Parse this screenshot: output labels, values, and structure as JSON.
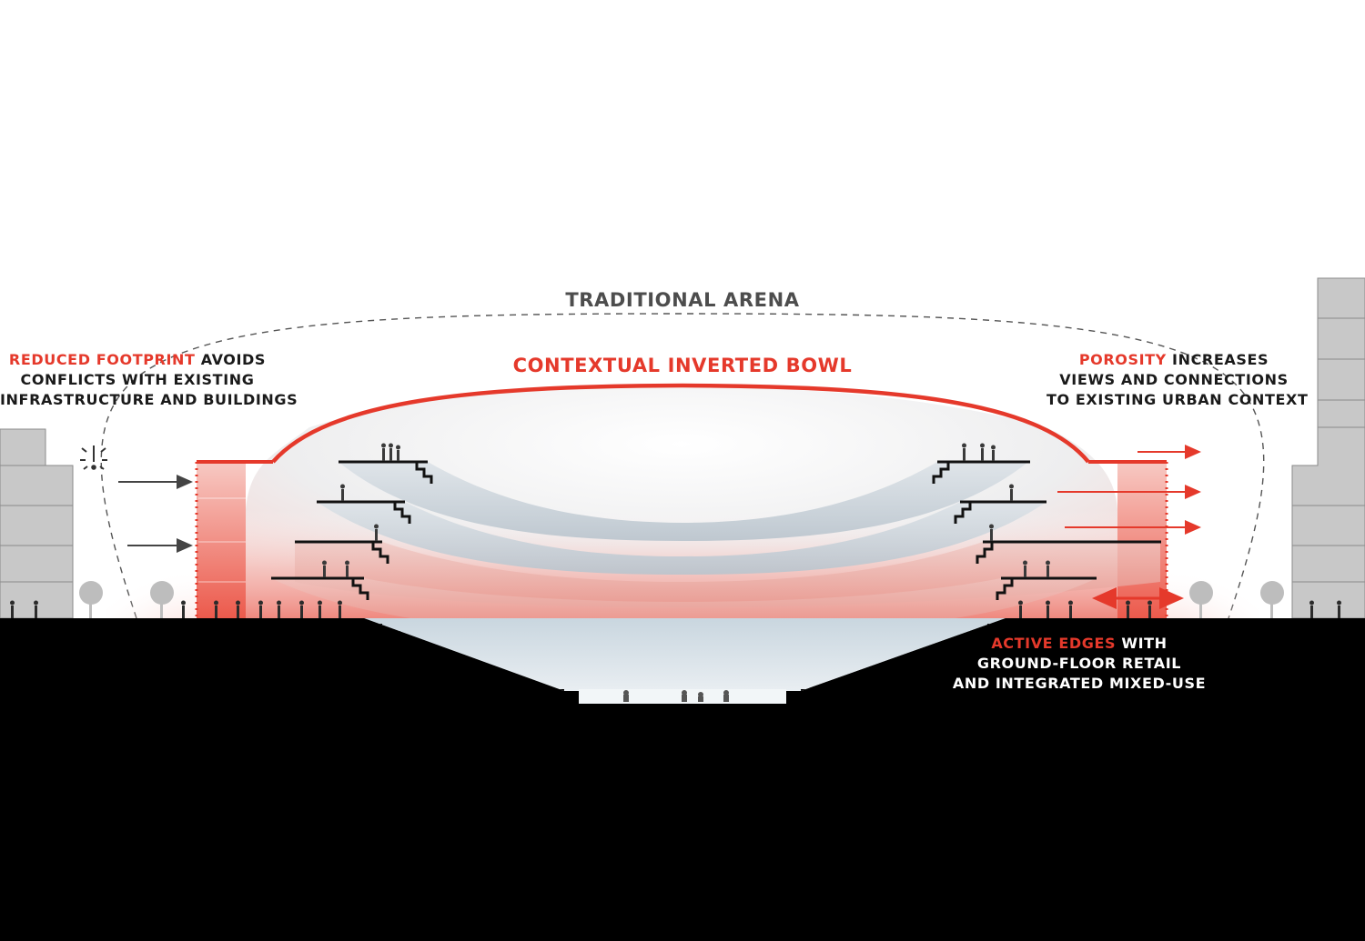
{
  "labels": {
    "traditional_arena": "TRADITIONAL ARENA",
    "contextual_bowl": "CONTEXTUAL INVERTED BOWL",
    "footprint": {
      "highlight": "REDUCED FOOTPRINT",
      "rest_line1": " AVOIDS",
      "line2": "CONFLICTS WITH EXISTING",
      "line3": "INFRASTRUCTURE AND BUILDINGS"
    },
    "porosity": {
      "highlight": "POROSITY",
      "rest_line1": " INCREASES",
      "line2": "VIEWS AND CONNECTIONS",
      "line3": "TO EXISTING URBAN CONTEXT"
    },
    "active_edges": {
      "highlight": "ACTIVE EDGES",
      "rest_line1": " WITH",
      "line2": "GROUND-FLOOR RETAIL",
      "line3": "AND INTEGRATED MIXED-USE"
    }
  },
  "icons": {
    "conflict": "exclamation-burst-icon",
    "inbound_arrows": "arrow-right-icon",
    "outbound_arrows": "arrow-right-icon",
    "edge_arrow": "double-arrow-icon"
  },
  "colors": {
    "accent_red": "#e5392b",
    "text_dark": "#1a1a1a",
    "text_gray": "#4d4d4d",
    "ground": "#000000",
    "building": "#c8c8c8",
    "background": "#ffffff"
  }
}
